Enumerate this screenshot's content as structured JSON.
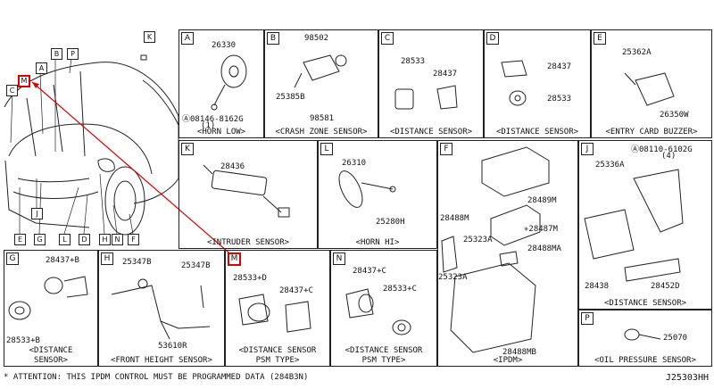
{
  "car_tags": [
    "K",
    "A",
    "B",
    "P",
    "M",
    "C",
    "E",
    "J",
    "G",
    "L",
    "D",
    "H",
    "N",
    "F"
  ],
  "panels": {
    "A": {
      "tag": "A",
      "caption": "<HORN LOW>",
      "parts": [
        "26330",
        "08146-8162G",
        "(1)"
      ]
    },
    "B": {
      "tag": "B",
      "caption": "<CRASH ZONE SENSOR>",
      "parts": [
        "98502",
        "25385B",
        "98581"
      ]
    },
    "C": {
      "tag": "C",
      "caption": "<DISTANCE SENSOR>",
      "parts": [
        "28533",
        "28437"
      ]
    },
    "D": {
      "tag": "D",
      "caption": "<DISTANCE SENSOR>",
      "parts": [
        "28437",
        "28533"
      ]
    },
    "E": {
      "tag": "E",
      "caption": "<ENTRY CARD BUZZER>",
      "parts": [
        "25362A",
        "26350W"
      ]
    },
    "K": {
      "tag": "K",
      "caption": "<INTRUDER SENSOR>",
      "parts": [
        "28436"
      ]
    },
    "L": {
      "tag": "L",
      "caption": "<HORN HI>",
      "parts": [
        "26310",
        "25280H"
      ]
    },
    "F": {
      "tag": "F",
      "caption": "<IPDM>",
      "parts": [
        "28489M",
        "28488M",
        "25323A",
        "28487M",
        "28488MA",
        "25323A",
        "28488MB"
      ]
    },
    "J": {
      "tag": "J",
      "caption": "<DISTANCE SENSOR>",
      "parts": [
        "08110-6102G",
        "(4)",
        "25336A",
        "28438",
        "28452D"
      ]
    },
    "G": {
      "tag": "G",
      "caption_l1": "<DISTANCE",
      "caption_l2": "SENSOR>",
      "parts": [
        "28437+B",
        "28533+B"
      ]
    },
    "H": {
      "tag": "H",
      "caption": "<FRONT HEIGHT SENSOR>",
      "parts": [
        "25347B",
        "25347B",
        "53610R"
      ]
    },
    "M": {
      "tag": "M",
      "caption_l1": "<DISTANCE SENSOR",
      "caption_l2": "PSM TYPE>",
      "parts": [
        "28533+D",
        "28437+C"
      ]
    },
    "N": {
      "tag": "N",
      "caption_l1": "<DISTANCE SENSOR",
      "caption_l2": "PSM TYPE>",
      "parts": [
        "28437+C",
        "28533+C"
      ]
    },
    "P": {
      "tag": "P",
      "caption": "<OIL PRESSURE SENSOR>",
      "parts": [
        "25070"
      ]
    }
  },
  "footnote": "* ATTENTION: THIS IPDM CONTROL MUST BE PROGRAMMED DATA (284B3N)",
  "diagram_code": "J25303HH",
  "colors": {
    "line": "#222222",
    "highlight": "#dd0000"
  }
}
